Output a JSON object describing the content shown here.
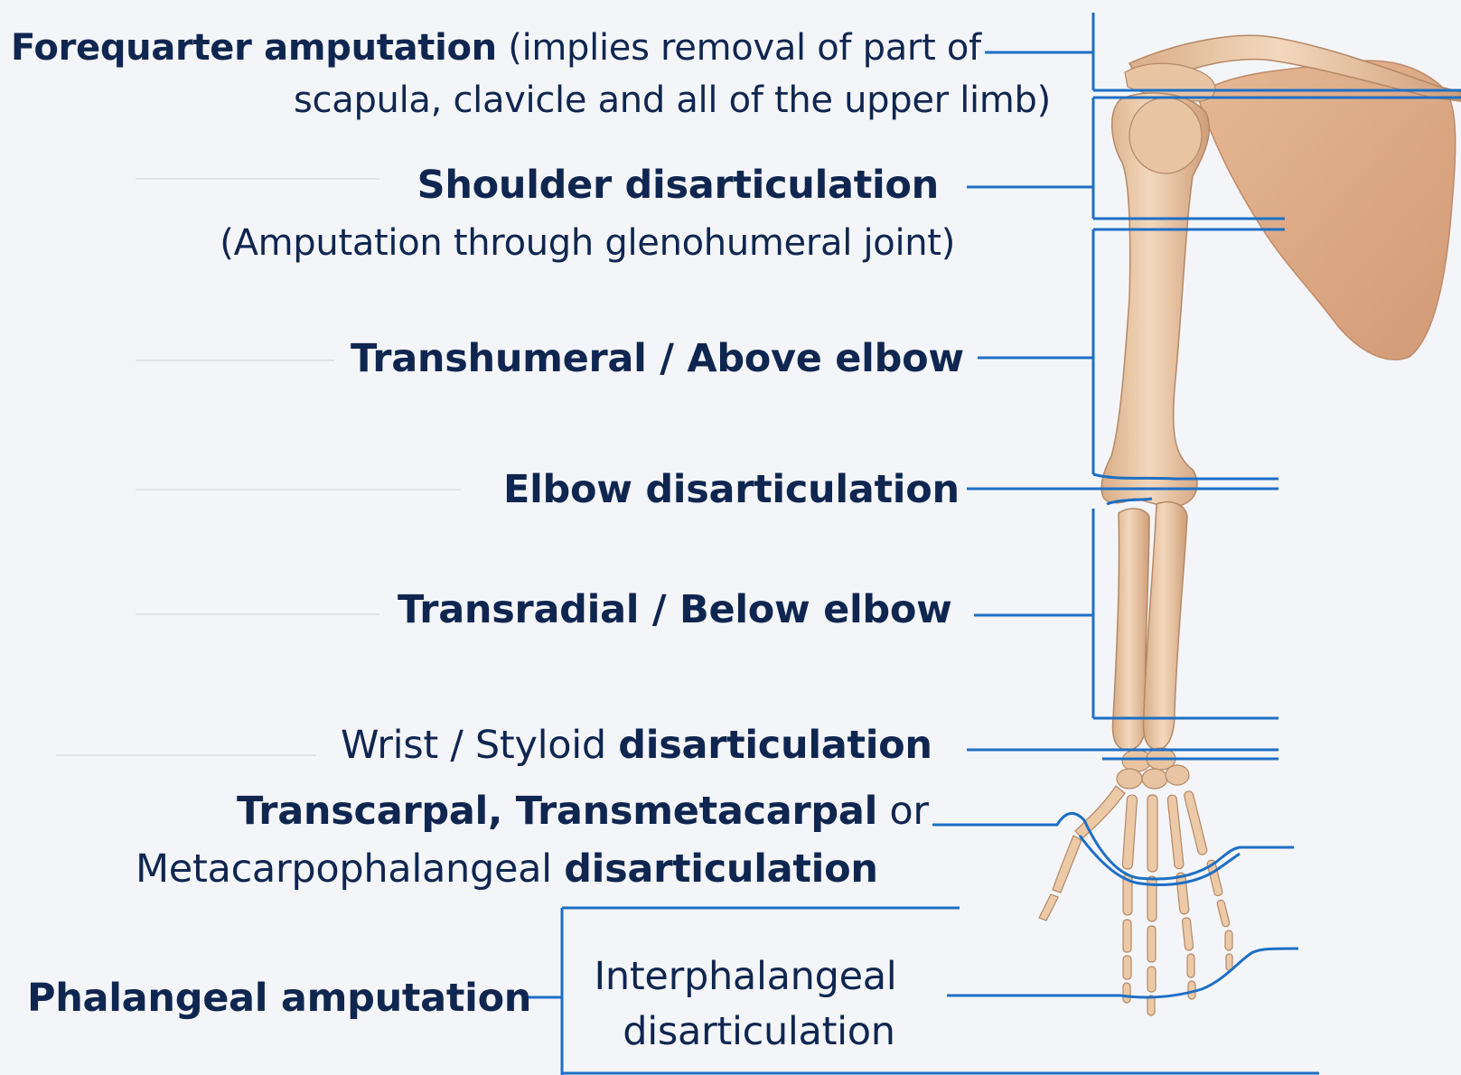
{
  "labels": {
    "forequarter": {
      "bold": "Forequarter amputation",
      "rest_line1": " (implies removal of part of",
      "line2": "scapula, clavicle and all of the upper limb)"
    },
    "shoulder": {
      "line1": "Shoulder disarticulation",
      "line2": "(Amputation through glenohumeral joint)"
    },
    "transhumeral": "Transhumeral / Above elbow",
    "elbow": "Elbow disarticulation",
    "transradial": "Transradial / Below elbow",
    "wrist": {
      "normal": "Wrist / Styloid",
      "bold": "disarticulation"
    },
    "transcarpal": {
      "line1_bold": "Transcarpal, Transmetacarpal",
      "line1_normal": " or",
      "line2_normal": "Metacarpophalangeal ",
      "line2_bold": "disarticulation"
    },
    "phalangeal": "Phalangeal amputation",
    "interphalangeal": {
      "line1": "Interphalangeal",
      "line2": "disarticulation"
    }
  },
  "colors": {
    "text": "#0f2650",
    "leader_line": "#1e6fc4",
    "background": "#f4f5f8",
    "bone": "#e6c09c"
  }
}
